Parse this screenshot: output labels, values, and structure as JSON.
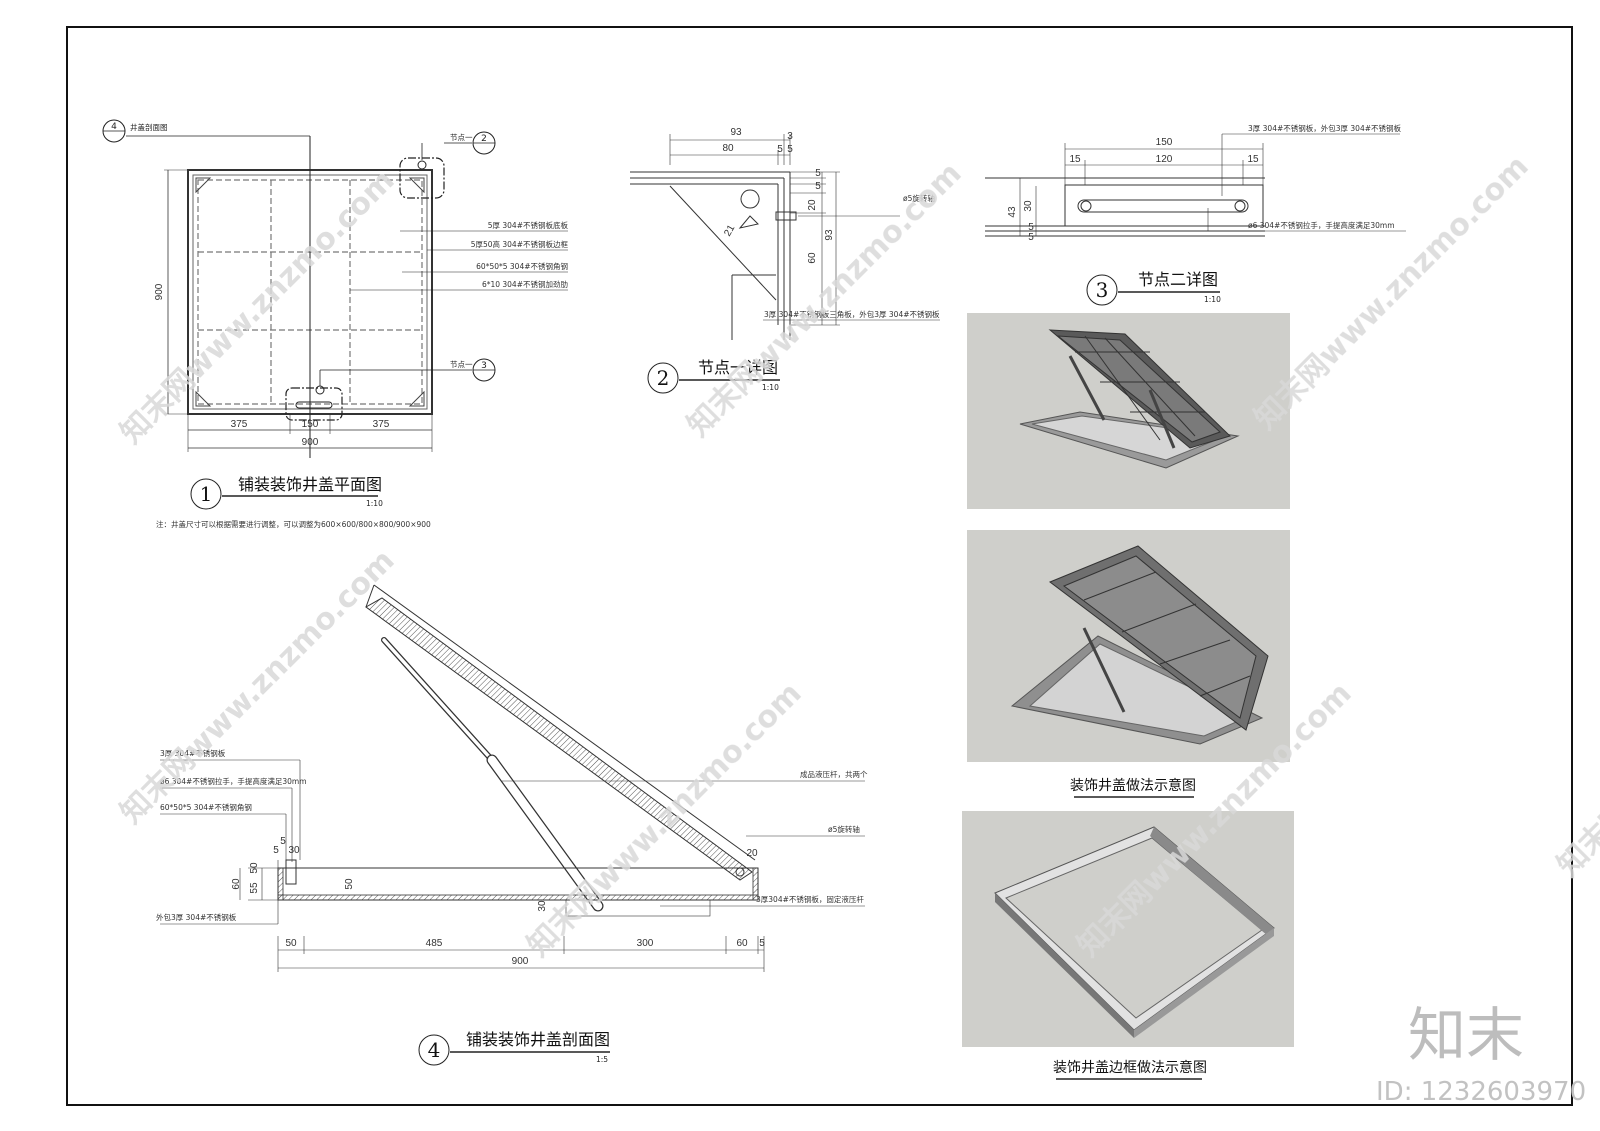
{
  "plan": {
    "title": "铺装装饰井盖平面图",
    "num": "1",
    "scale": "1:10",
    "ref4_num": "4",
    "ref4_label": "井盖剖面图",
    "node_label": "节点一",
    "node2_num": "2",
    "node3_num": "3",
    "dim_side": "900",
    "dim_375a": "375",
    "dim_150": "150",
    "dim_375b": "375",
    "dim_total": "900",
    "callout1": "5厚 304#不锈钢板底板",
    "callout2": "5厚50高 304#不锈钢板边框",
    "callout3": "60*50*5 304#不锈钢角钢",
    "callout4": "6*10 304#不锈钢加劲肋",
    "note": "注：井盖尺寸可以根据需要进行调整，可以调整为600×600/800×800/900×900"
  },
  "node1": {
    "title": "节点一详图",
    "num": "2",
    "scale": "1:10",
    "dim_93": "93",
    "dim_80": "80",
    "dim_3": "3",
    "dim_5a": "5",
    "dim_5b": "5",
    "dim_v5a": "5",
    "dim_v5b": "5",
    "dim_20": "20",
    "dim_60": "60",
    "dim_v93": "93",
    "dim_21": "21",
    "axis": "ø5旋转轴",
    "bottom_note": "3厚 304#不锈钢板三角板，外包3厚 304#不锈钢板"
  },
  "node2": {
    "title": "节点二详图",
    "num": "3",
    "scale": "1:10",
    "dim_150": "150",
    "dim_15a": "15",
    "dim_120": "120",
    "dim_15b": "15",
    "dim_43": "43",
    "dim_30": "30",
    "dim_5": "5",
    "dim_5b": "5",
    "top_note": "3厚 304#不锈钢板，外包3厚 304#不锈钢板",
    "handle_note": "ø6 304#不锈钢拉手，手提高度满足30mm"
  },
  "section": {
    "title": "铺装装饰井盖剖面图",
    "num": "4",
    "scale": "1:5",
    "l1": "3厚 304#不锈钢板",
    "l2": "ø6 304#不锈钢拉手，手提高度满足30mm",
    "l3": "60*50*5 304#不锈钢角钢",
    "l4": "外包3厚 304#不锈钢板",
    "r1": "成品液压杆，共两个",
    "r2": "ø5旋转轴",
    "r3": "3厚304#不锈钢板，固定液压杆",
    "d5": "5",
    "d5b": "5",
    "d30": "30",
    "d60": "60",
    "d55": "55",
    "d50": "50",
    "d50b": "50",
    "d30b": "30",
    "d20": "20",
    "d_50": "50",
    "d485": "485",
    "d300": "300",
    "d60b": "60",
    "d5c": "5",
    "d900": "900"
  },
  "renders": {
    "cap1": "装饰井盖做法示意图",
    "cap2": "装饰井盖边框做法示意图"
  },
  "brand": {
    "logo": "知末",
    "id": "ID: 1232603970",
    "watermark": "知末网www.znzmo.com"
  }
}
